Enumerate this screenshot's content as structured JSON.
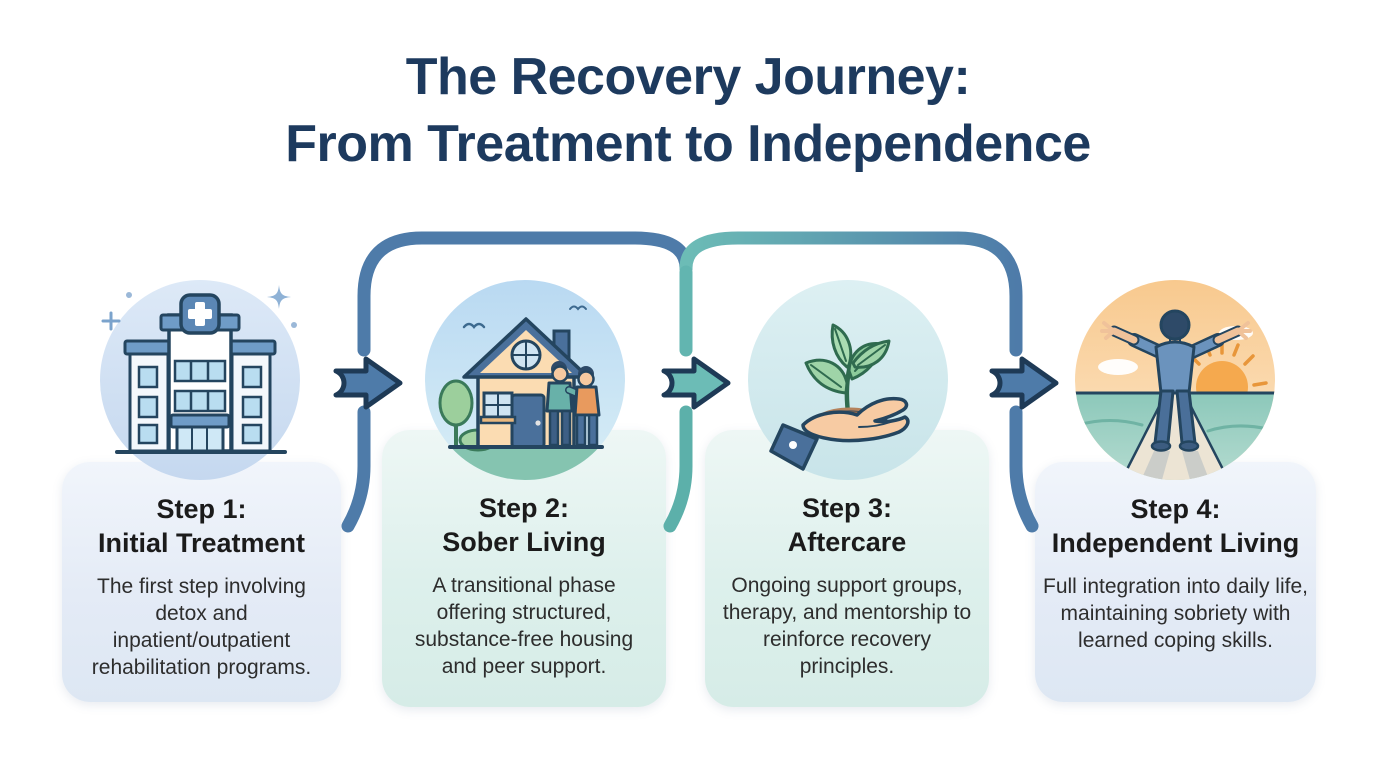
{
  "title": {
    "line1": "The Recovery Journey:",
    "line2": "From Treatment to Independence"
  },
  "steps": [
    {
      "step_label": "Step 1:",
      "name": "Initial Treatment",
      "description": "The first step involving detox and inpatient/outpatient rehabilitation programs.",
      "icon": "hospital-icon",
      "theme": "blue"
    },
    {
      "step_label": "Step 2:",
      "name": "Sober Living",
      "description": "A transitional phase offering structured, substance-free housing and peer support.",
      "icon": "sober-living-house-icon",
      "theme": "mint"
    },
    {
      "step_label": "Step 3:",
      "name": "Aftercare",
      "description": "Ongoing support groups, therapy, and mentorship to reinforce recovery principles.",
      "icon": "hand-sprout-icon",
      "theme": "mint"
    },
    {
      "step_label": "Step 4:",
      "name": "Independent Living",
      "description": "Full integration into daily life, maintaining sobriety with learned coping skills.",
      "icon": "sunrise-person-icon",
      "theme": "blue"
    }
  ],
  "connectors": {
    "arrows": [
      {
        "name": "arrow-step1-to-step2",
        "color": "#4e7ba9"
      },
      {
        "name": "arrow-step2-to-step3",
        "color": "#6cbcb6"
      },
      {
        "name": "arrow-step3-to-step4",
        "color": "#4e7ba9"
      }
    ],
    "brackets": [
      {
        "name": "bracket-around-step2",
        "color": "#4e7ba9"
      },
      {
        "name": "bracket-around-step3",
        "color_start": "#6cbcb6",
        "color_end": "#4e7ba9"
      }
    ],
    "outline_color": "#1e3a56"
  },
  "colors": {
    "title": "#1d3a5e",
    "card_blue_top": "#f1f5fb",
    "card_blue_bottom": "#dde7f3",
    "card_mint_top": "#eef7f5",
    "card_mint_bottom": "#d6ece7",
    "step_text": "#1b1b1b",
    "description_text": "#2d2d2d",
    "background": "#ffffff"
  }
}
